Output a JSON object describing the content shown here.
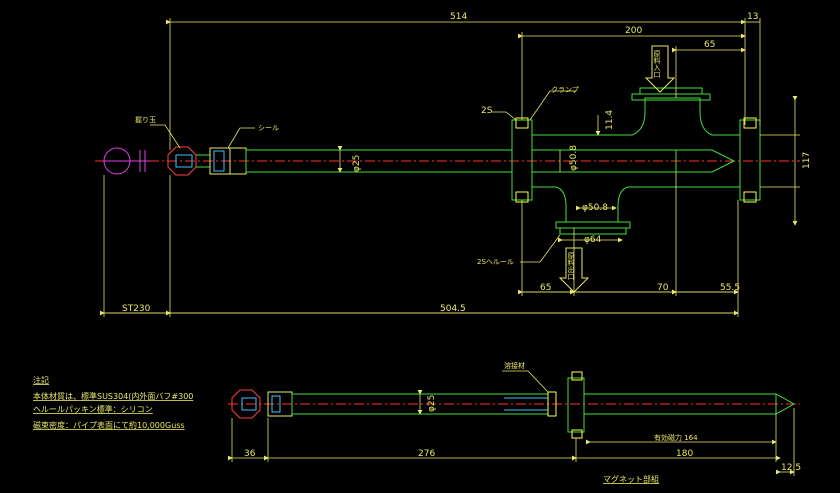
{
  "top_view": {
    "dims": {
      "overall": "514",
      "right_tail": "13",
      "body_200": "200",
      "inlet_65": "65",
      "offset_11_4": "11.4",
      "dia_25": "φ25",
      "dia_50_8_a": "φ50.8",
      "dia_50_8_b": "φ50.8",
      "dia_64": "φ64",
      "height_117": "117",
      "bottom_65": "65",
      "bottom_70": "70",
      "bottom_55_5": "55.5",
      "st230": "ST230",
      "shaft_504_5": "504.5"
    },
    "labels": {
      "handle": "握り玉",
      "seal": "シール",
      "clamp": "クランプ",
      "flange_2s": "2S",
      "ferrule_2s": "2Sヘルール",
      "inlet": "原料入口",
      "outlet": "原料出口"
    }
  },
  "notes": {
    "title": "注記",
    "lines": [
      "本体材質は、標準SUS304(内外面バフ#300",
      "ヘルールパッキン標準：シリコン",
      "磁束密度：パイプ表面にて約10,000Guss"
    ]
  },
  "bottom_view": {
    "dims": {
      "dia_25": "φ25",
      "d36": "36",
      "d276": "276",
      "d180": "180",
      "effective": "有効磁力 164",
      "d12_5": "12.5"
    },
    "labels": {
      "seal_material": "溶接材",
      "caption": "マグネット部組"
    }
  }
}
